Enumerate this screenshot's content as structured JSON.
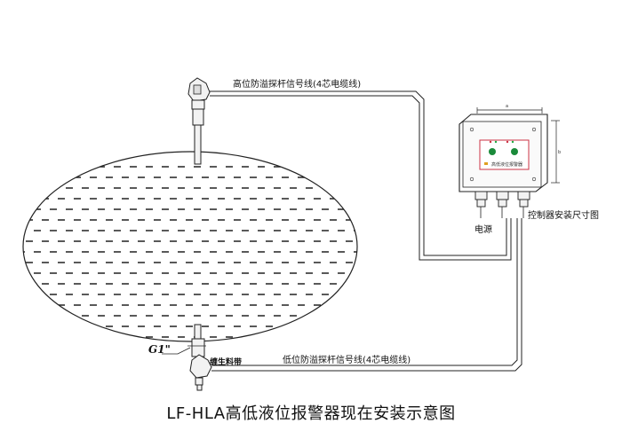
{
  "labels": {
    "high_cable": "高位防溢探杆信号线(4芯电缆线)",
    "low_cable": "低位防溢探杆信号线(4芯电缆线)",
    "power": "电源",
    "controller_dims": "控制器安装尺寸图",
    "thread": "G1\"",
    "tape": "缠生料带",
    "dim_width": "a",
    "dim_height": "b"
  },
  "title": "LF-HLA高低液位报警器现在安装示意图",
  "controller": {
    "panel_text": "高低液位报警器"
  },
  "colors": {
    "lines": "#222222",
    "green_led": "#1a8a3a",
    "panel_border": "#cc3344",
    "sensor_body": "#f2f2f2"
  }
}
